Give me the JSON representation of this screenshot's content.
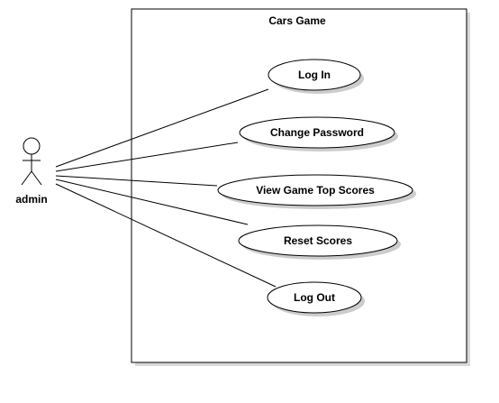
{
  "system": {
    "title": "Cars Game"
  },
  "actor": {
    "name": "admin"
  },
  "use_cases": [
    {
      "label": "Log In"
    },
    {
      "label": "Change Password"
    },
    {
      "label": "View Game Top Scores"
    },
    {
      "label": "Reset Scores"
    },
    {
      "label": "Log Out"
    }
  ],
  "colors": {
    "stroke": "#000000",
    "fill": "#ffffff",
    "shadow": "#cccccc"
  }
}
